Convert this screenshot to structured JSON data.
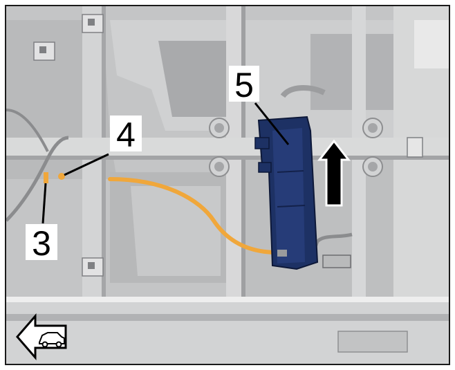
{
  "callouts": {
    "c3": "3",
    "c4": "4",
    "c5": "5"
  },
  "colors": {
    "panel": "#c9cacb",
    "panel_dark": "#a7a8aa",
    "panel_light": "#dcdddd",
    "module": "#1d3164",
    "cable": "#f0a73b",
    "arrow": "#000000"
  },
  "icons": [
    "direction-arrow-up-icon",
    "front-of-vehicle-icon"
  ]
}
